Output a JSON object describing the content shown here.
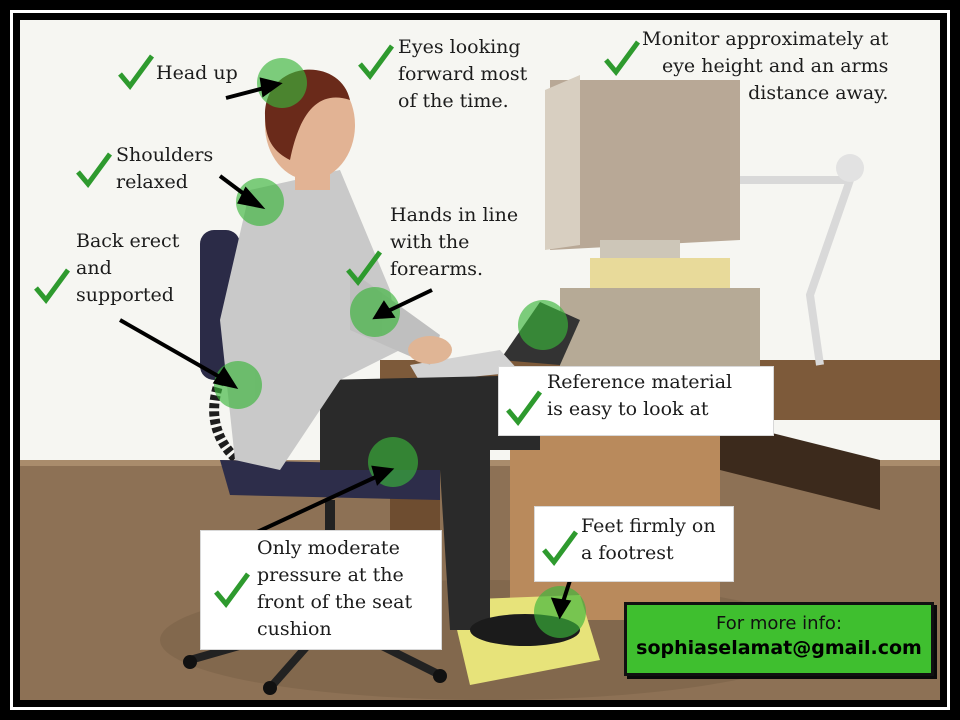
{
  "labels": {
    "head_up": "Head up",
    "eyes": "Eyes looking\nforward most\nof the time.",
    "monitor": "Monitor approximately at\neye height and an arms\ndistance away.",
    "shoulders": "Shoulders\nrelaxed",
    "back": "Back erect\nand\nsupported",
    "hands": "Hands in line\nwith the\nforearms.",
    "reference": "Reference material\nis easy to look at",
    "feet": "Feet firmly on\na footrest",
    "seat": "Only moderate\npressure at the\nfront of the seat\ncushion"
  },
  "info_box": {
    "line1": "For more info:",
    "line2": "sophiaselamat@gmail.com"
  },
  "colors": {
    "check": "#2e9a2e",
    "highlight": "#3ab53a",
    "info_bg": "#3fbf2f"
  }
}
